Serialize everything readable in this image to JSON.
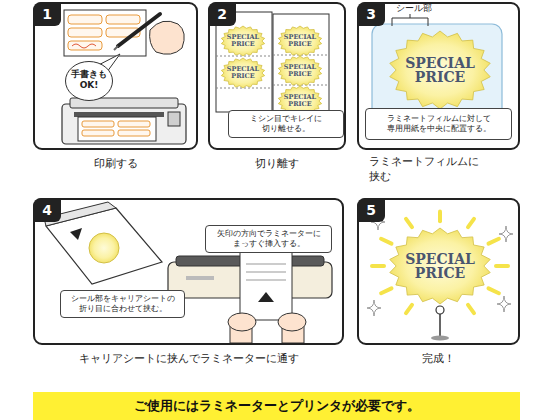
{
  "diagram": {
    "nodes": [
      {
        "text": [
          "印刷する"
        ]
      },
      {
        "text": [
          "1"
        ],
        "in": 0
      },
      {
        "text": [
          "手書きも OK!"
        ],
        "in": 0
      },
      {
        "text": [
          "切り離す"
        ]
      },
      {
        "text": [
          "2"
        ],
        "in": 3
      },
      {
        "text": [
          "SPECIAL PRICE"
        ],
        "in": 3
      },
      {
        "text": [
          "SPECIAL PRICE"
        ],
        "in": 3
      },
      {
        "text": [
          "SPECIAL PRICE"
        ],
        "in": 3
      },
      {
        "text": [
          "SPECIAL PRICE"
        ],
        "in": 3
      },
      {
        "text": [
          "SPECIAL PRICE"
        ],
        "in": 3
      },
      {
        "text": [
          "ミシン目でキレイに 切り離せる。"
        ],
        "in": 3
      },
      {
        "text": [
          "ラミネートフィルムに 挟む"
        ]
      },
      {
        "text": [
          "3"
        ],
        "in": 11
      },
      {
        "text": [
          "SPECIAL PRICE"
        ],
        "in": 11
      },
      {
        "text": [
          "ラミネートフィルムに対して 専用用紙を中央に配置する。"
        ],
        "in": 11
      },
      {
        "text": [
          "キャリアシートに挟んでラミネーターに通す"
        ]
      },
      {
        "text": [
          "4"
        ],
        "in": 15
      },
      {
        "text": [
          "矢印の方向でラミネーターに まっすぐ挿入する。"
        ],
        "in": 15
      },
      {
        "text": [
          "シール部をキャリアシートの 折り目に合わせて挟む。"
        ],
        "in": 15
      },
      {
        "text": [
          "完成！"
        ]
      },
      {
        "text": [
          "5"
        ],
        "in": 19
      },
      {
        "text": [
          "SPECIAL PRICE"
        ],
        "in": 19
      },
      {
        "text": [
          "ご使用にはラミネーターとプリンタが必要です。"
        ]
      }
    ],
    "labels": [
      "シール部"
    ]
  }
}
